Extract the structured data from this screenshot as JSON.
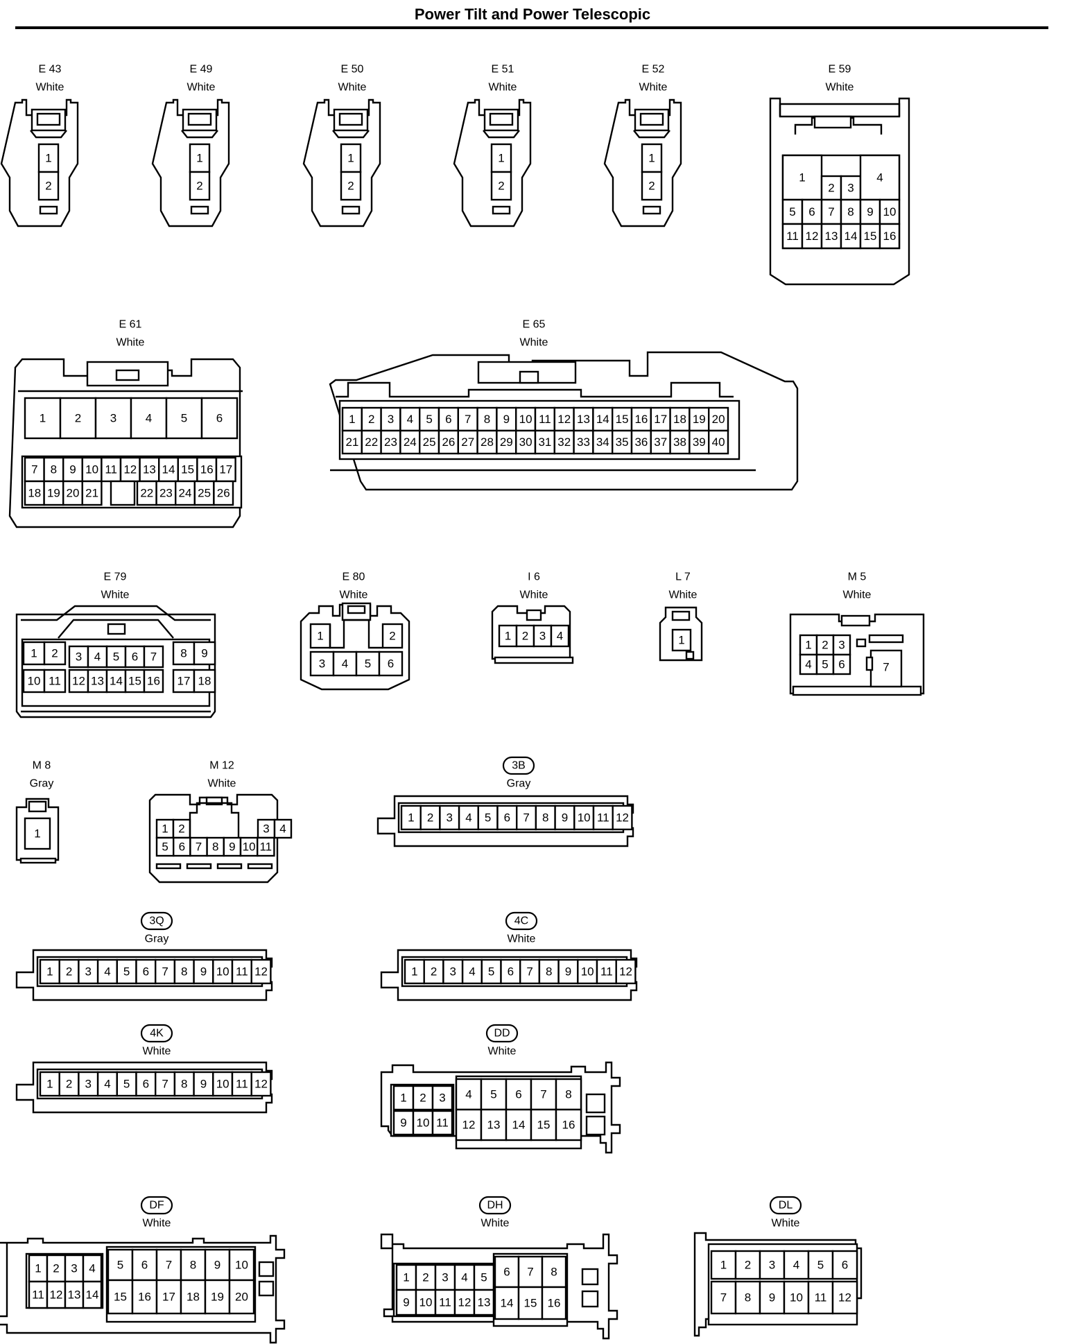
{
  "title": "Power Tilt and Power Telescopic",
  "connectors": [
    {
      "id": "E 43",
      "color": "White",
      "kind": "two"
    },
    {
      "id": "E 49",
      "color": "White",
      "kind": "two"
    },
    {
      "id": "E 50",
      "color": "White",
      "kind": "two"
    },
    {
      "id": "E 51",
      "color": "White",
      "kind": "two"
    },
    {
      "id": "E 52",
      "color": "White",
      "kind": "two"
    },
    {
      "id": "E 59",
      "color": "White",
      "kind": "e59"
    },
    {
      "id": "E 61",
      "color": "White",
      "kind": "e61"
    },
    {
      "id": "E 65",
      "color": "White",
      "kind": "e65"
    },
    {
      "id": "E 79",
      "color": "White",
      "kind": "e79"
    },
    {
      "id": "E 80",
      "color": "White",
      "kind": "e80"
    },
    {
      "id": "I 6",
      "color": "White",
      "kind": "i6"
    },
    {
      "id": "L 7",
      "color": "White",
      "kind": "l7"
    },
    {
      "id": "M 5",
      "color": "White",
      "kind": "m5"
    },
    {
      "id": "M 8",
      "color": "Gray",
      "kind": "m8"
    },
    {
      "id": "M 12",
      "color": "White",
      "kind": "m12"
    },
    {
      "id": "3B",
      "color": "Gray",
      "kind": "j12",
      "oval": true
    },
    {
      "id": "3Q",
      "color": "Gray",
      "kind": "j12",
      "oval": true
    },
    {
      "id": "4C",
      "color": "White",
      "kind": "j12",
      "oval": true
    },
    {
      "id": "4K",
      "color": "White",
      "kind": "j12",
      "oval": true
    },
    {
      "id": "DD",
      "color": "White",
      "kind": "dd",
      "oval": true
    },
    {
      "id": "DF",
      "color": "White",
      "kind": "df",
      "oval": true
    },
    {
      "id": "DH",
      "color": "White",
      "kind": "dh",
      "oval": true
    },
    {
      "id": "DL",
      "color": "White",
      "kind": "dl",
      "oval": true
    }
  ]
}
